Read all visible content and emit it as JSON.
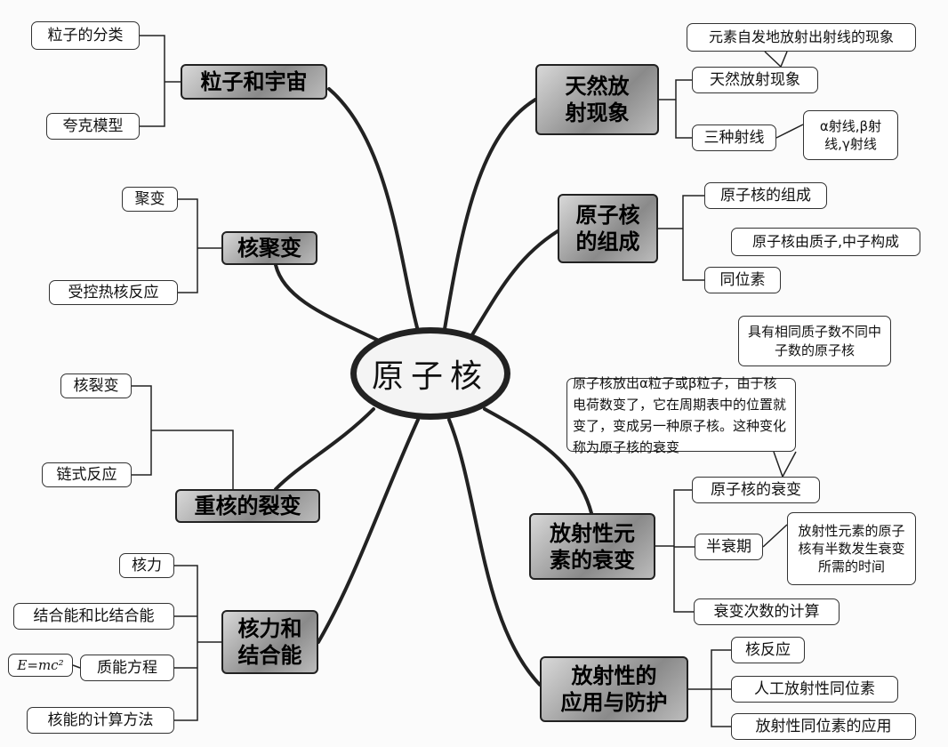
{
  "center": "原子核",
  "left": {
    "particles": {
      "title": "粒子和宇宙",
      "items": [
        "粒子的分类",
        "夸克模型"
      ]
    },
    "fusion": {
      "title": "核聚变",
      "items": [
        "聚变",
        "受控热核反应"
      ]
    },
    "fission": {
      "title": "重核的裂变",
      "items": [
        "核裂变",
        "链式反应"
      ]
    },
    "force": {
      "title": "核力和\n结合能",
      "items": [
        "核力",
        "结合能和比结合能",
        "质能方程",
        "核能的计算方法"
      ],
      "formula": "E=mc²"
    }
  },
  "right": {
    "natural": {
      "title": "天然放\n射现象",
      "items": [
        "天然放射现象",
        "三种射线"
      ],
      "note_phenomenon": "元素自发地放射出射线的现象",
      "note_rays": "α射线,β射线,γ射线"
    },
    "composition": {
      "title": "原子核\n的组成",
      "items": [
        "原子核的组成",
        "同位素"
      ],
      "note_composition": "原子核由质子,中子构成",
      "note_isotope": "具有相同质子数不同中子数的原子核"
    },
    "decay": {
      "title": "放射性元\n素的衰变",
      "items": [
        "原子核的衰变",
        "半衰期",
        "衰变次数的计算"
      ],
      "note_decay": "原子核放出α粒子或β粒子，由于核电荷数变了，它在周期表中的位置就变了，变成另一种原子核。这种变化称为原子核的衰变",
      "note_halflife": "放射性元素的原子核有半数发生衰变所需的时间"
    },
    "application": {
      "title": "放射性的\n应用与防护",
      "items": [
        "核反应",
        "人工放射性同位素",
        "放射性同位素的应用"
      ]
    }
  }
}
